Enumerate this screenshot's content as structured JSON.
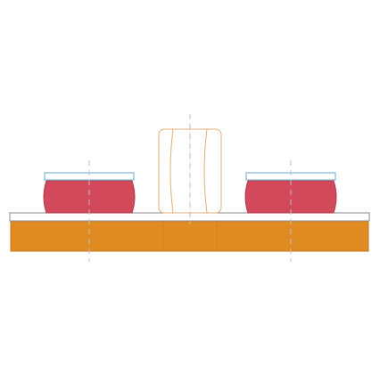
{
  "diagram": {
    "components": {
      "plate": {
        "name": "base-plate",
        "fill": "#E08A22",
        "stroke": "#C8761C"
      },
      "cover": {
        "name": "cover-strip",
        "fill": "#FFFFFF",
        "stroke": "#8A8A8A"
      },
      "pads": {
        "name": "rubber-pads",
        "count": 2,
        "fill": "#D1495B",
        "stroke": "#B13A4B"
      },
      "washers": {
        "name": "pad-washers",
        "count": 2,
        "fill": "#FFFFFF",
        "stroke": "#7FB3D5"
      },
      "nut": {
        "name": "hex-standoff",
        "count": 1,
        "fill": "#FFFFFF",
        "stroke": "#E1B075"
      }
    },
    "centerline": {
      "color": "#BDBDBD",
      "style": "dashed"
    }
  }
}
